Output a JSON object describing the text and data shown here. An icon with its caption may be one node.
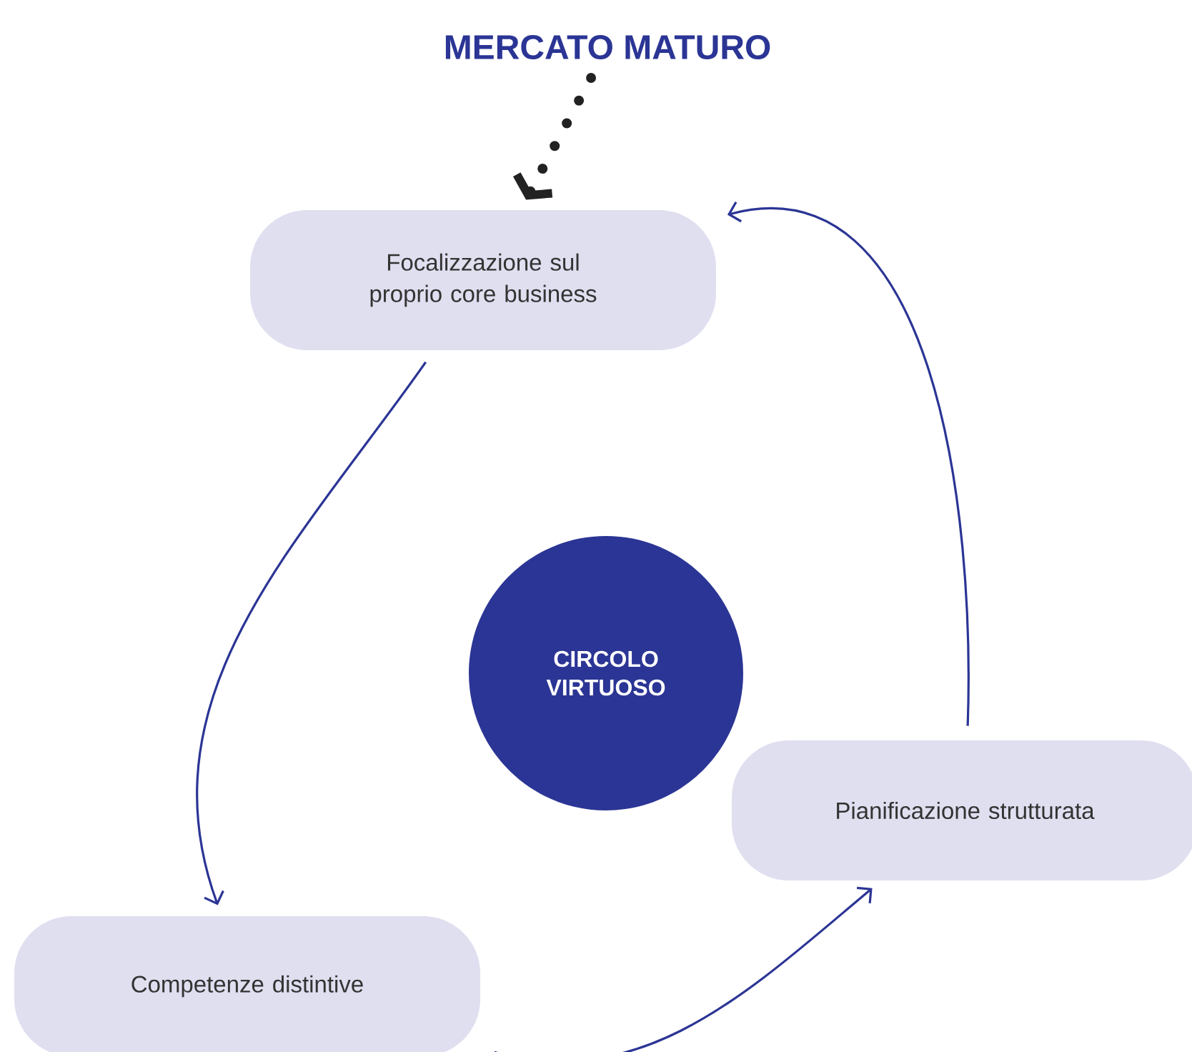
{
  "diagram": {
    "nodes": [
      {
        "text": [
          "MERCATO MATURO"
        ]
      },
      {
        "text": [
          "Focalizzazione sul proprio core business"
        ]
      },
      {
        "text": [
          "Competenze distintive"
        ]
      },
      {
        "text": [
          "Pianificazione strutturata"
        ]
      },
      {
        "text": [
          "CIRCOLO VIRTUOSO"
        ]
      }
    ],
    "edges": [
      {
        "from": 0,
        "to": 1,
        "arrow": "to",
        "style": "dashed",
        "color": "#222222"
      },
      {
        "from": 1,
        "to": 2,
        "arrow": "to"
      },
      {
        "from": 2,
        "to": 3,
        "arrow": "to"
      },
      {
        "from": 3,
        "to": 1,
        "arrow": "to"
      }
    ]
  }
}
